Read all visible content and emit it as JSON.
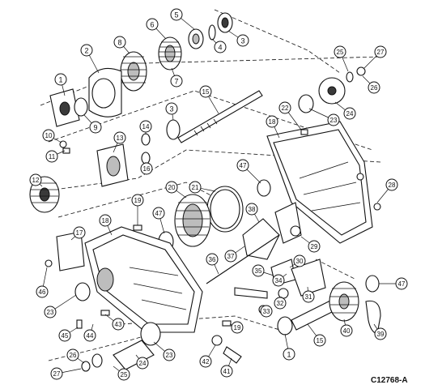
{
  "figure": {
    "code": "C12768-A",
    "colors": {
      "ink": "#111111",
      "paper": "#ffffff",
      "shade": "#bdbdbd"
    }
  },
  "callouts": [
    {
      "id": "c1a",
      "label": "1"
    },
    {
      "id": "c2",
      "label": "2"
    },
    {
      "id": "c3a",
      "label": "3"
    },
    {
      "id": "c4",
      "label": "4"
    },
    {
      "id": "c5",
      "label": "5"
    },
    {
      "id": "c6",
      "label": "6"
    },
    {
      "id": "c7",
      "label": "7"
    },
    {
      "id": "c8",
      "label": "8"
    },
    {
      "id": "c9",
      "label": "9"
    },
    {
      "id": "c10",
      "label": "10"
    },
    {
      "id": "c11",
      "label": "11"
    },
    {
      "id": "c12",
      "label": "12"
    },
    {
      "id": "c13",
      "label": "13"
    },
    {
      "id": "c14",
      "label": "14"
    },
    {
      "id": "c15a",
      "label": "15"
    },
    {
      "id": "c16",
      "label": "16"
    },
    {
      "id": "c3b",
      "label": "3"
    },
    {
      "id": "c25a",
      "label": "25"
    },
    {
      "id": "c27a",
      "label": "27"
    },
    {
      "id": "c26a",
      "label": "26"
    },
    {
      "id": "c24a",
      "label": "24"
    },
    {
      "id": "c23a",
      "label": "23"
    },
    {
      "id": "c22",
      "label": "22"
    },
    {
      "id": "c18a",
      "label": "18"
    },
    {
      "id": "c47a",
      "label": "47"
    },
    {
      "id": "c28",
      "label": "28"
    },
    {
      "id": "c19a",
      "label": "19"
    },
    {
      "id": "c20",
      "label": "20"
    },
    {
      "id": "c21",
      "label": "21"
    },
    {
      "id": "c18b",
      "label": "18"
    },
    {
      "id": "c17",
      "label": "17"
    },
    {
      "id": "c47b",
      "label": "47"
    },
    {
      "id": "c38",
      "label": "38"
    },
    {
      "id": "c37",
      "label": "37"
    },
    {
      "id": "c36",
      "label": "36"
    },
    {
      "id": "c29",
      "label": "29"
    },
    {
      "id": "c30",
      "label": "30"
    },
    {
      "id": "c35",
      "label": "35"
    },
    {
      "id": "c34",
      "label": "34"
    },
    {
      "id": "c32",
      "label": "32"
    },
    {
      "id": "c31",
      "label": "31"
    },
    {
      "id": "c33",
      "label": "33"
    },
    {
      "id": "c46",
      "label": "46"
    },
    {
      "id": "c23b",
      "label": "23"
    },
    {
      "id": "c45",
      "label": "45"
    },
    {
      "id": "c44",
      "label": "44"
    },
    {
      "id": "c43",
      "label": "43"
    },
    {
      "id": "c23c",
      "label": "23"
    },
    {
      "id": "c19b",
      "label": "19"
    },
    {
      "id": "c42",
      "label": "42"
    },
    {
      "id": "c41",
      "label": "41"
    },
    {
      "id": "c1b",
      "label": "1"
    },
    {
      "id": "c15b",
      "label": "15"
    },
    {
      "id": "c40",
      "label": "40"
    },
    {
      "id": "c39",
      "label": "39"
    },
    {
      "id": "c47c",
      "label": "47"
    },
    {
      "id": "c26b",
      "label": "26"
    },
    {
      "id": "c25b",
      "label": "25"
    },
    {
      "id": "c24b",
      "label": "24"
    },
    {
      "id": "c27b",
      "label": "27"
    }
  ]
}
